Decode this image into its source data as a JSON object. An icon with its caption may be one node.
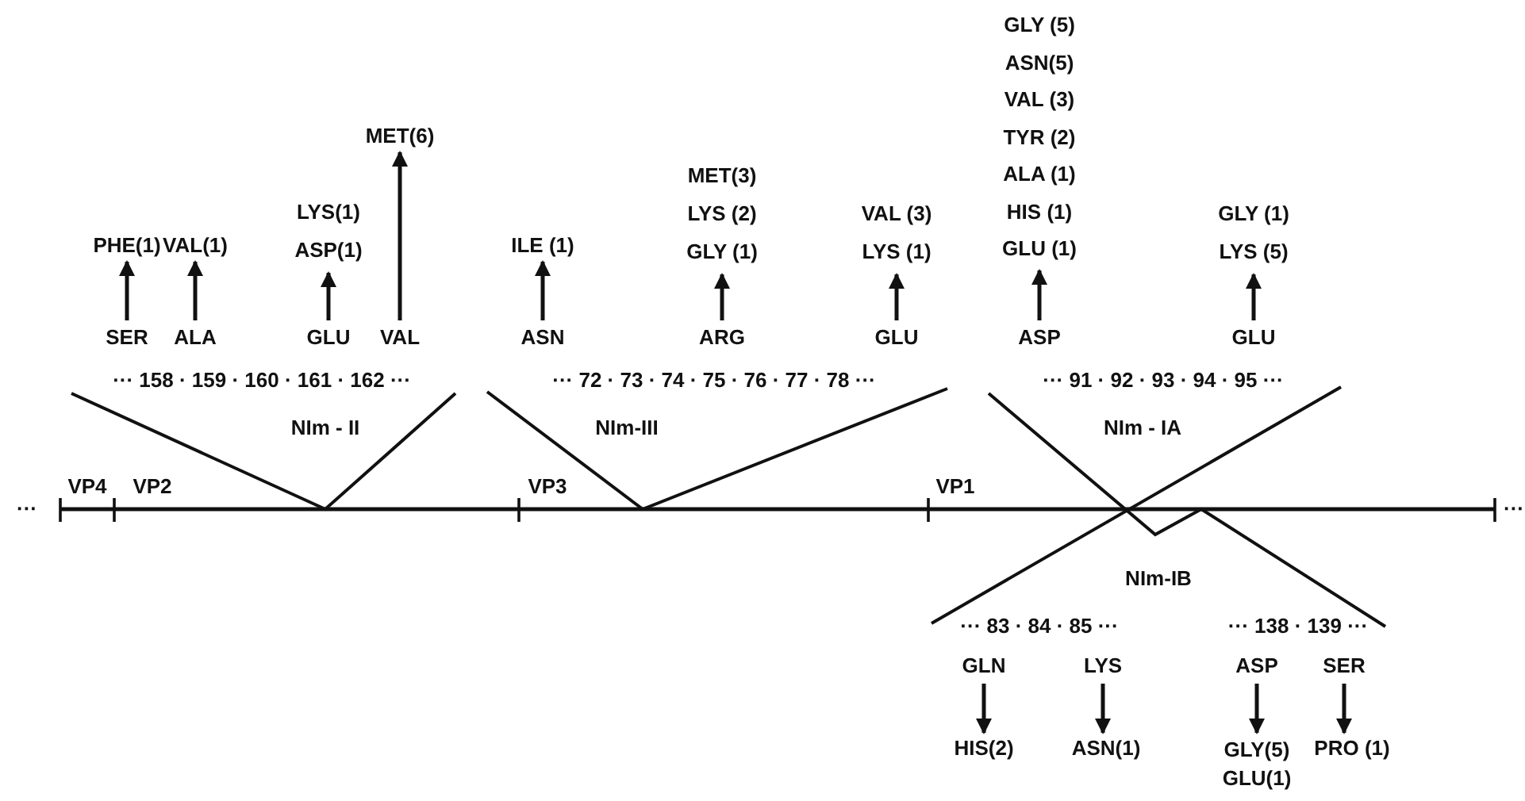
{
  "diagram": {
    "nodes": [
      {
        "text": [
          "SER"
        ]
      },
      {
        "text": [
          "PHE(1)"
        ]
      },
      {
        "text": [
          "ALA"
        ]
      },
      {
        "text": [
          "VAL(1)"
        ]
      },
      {
        "text": [
          "GLU"
        ]
      },
      {
        "text": [
          "LYS(1)",
          "ASP(1)"
        ]
      },
      {
        "text": [
          "VAL"
        ]
      },
      {
        "text": [
          "MET(6)"
        ]
      },
      {
        "text": [
          "ASN"
        ]
      },
      {
        "text": [
          "ILE (1)"
        ]
      },
      {
        "text": [
          "ARG"
        ]
      },
      {
        "text": [
          "MET(3)",
          "LYS (2)",
          "GLY (1)"
        ]
      },
      {
        "text": [
          "GLU"
        ]
      },
      {
        "text": [
          "VAL (3)",
          "LYS (1)"
        ]
      },
      {
        "text": [
          "ASP"
        ]
      },
      {
        "text": [
          "GLY (5)",
          "ASN(5)",
          "VAL (3)",
          "TYR (2)",
          "ALA (1)",
          "HIS (1)",
          "GLU (1)"
        ]
      },
      {
        "text": [
          "GLU"
        ]
      },
      {
        "text": [
          "GLY (1)",
          "LYS (5)"
        ]
      },
      {
        "text": [
          "GLN"
        ]
      },
      {
        "text": [
          "HIS(2)"
        ]
      },
      {
        "text": [
          "LYS"
        ]
      },
      {
        "text": [
          "ASN(1)"
        ]
      },
      {
        "text": [
          "ASP"
        ]
      },
      {
        "text": [
          "GLY(5)",
          "GLU(1)"
        ]
      },
      {
        "text": [
          "SER"
        ]
      },
      {
        "text": [
          "PRO (1)"
        ]
      }
    ],
    "edges": [
      {
        "from": 0,
        "to": 1,
        "arrow": "to"
      },
      {
        "from": 2,
        "to": 3,
        "arrow": "to"
      },
      {
        "from": 4,
        "to": 5,
        "arrow": "to"
      },
      {
        "from": 6,
        "to": 7,
        "arrow": "to"
      },
      {
        "from": 8,
        "to": 9,
        "arrow": "to"
      },
      {
        "from": 10,
        "to": 11,
        "arrow": "to"
      },
      {
        "from": 12,
        "to": 13,
        "arrow": "to"
      },
      {
        "from": 14,
        "to": 15,
        "arrow": "to"
      },
      {
        "from": 16,
        "to": 17,
        "arrow": "to"
      },
      {
        "from": 18,
        "to": 19,
        "arrow": "to"
      },
      {
        "from": 20,
        "to": 21,
        "arrow": "to"
      },
      {
        "from": 22,
        "to": 23,
        "arrow": "to"
      },
      {
        "from": 24,
        "to": 25,
        "arrow": "to"
      }
    ],
    "labels": [
      "··· 158 · 159 · 160 · 161 · 162 ···",
      "··· 72 · 73 · 74 · 75 · 76 · 77 · 78 ···",
      "··· 91 · 92 · 93 · 94 · 95 ···",
      "NIm - II",
      "NIm-III",
      "NIm - IA",
      "···",
      "VP4",
      "VP2",
      "VP3",
      "VP1",
      "···",
      "NIm-IB",
      "··· 83 · 84 · 85 ···",
      "··· 138 · 139 ···"
    ]
  }
}
